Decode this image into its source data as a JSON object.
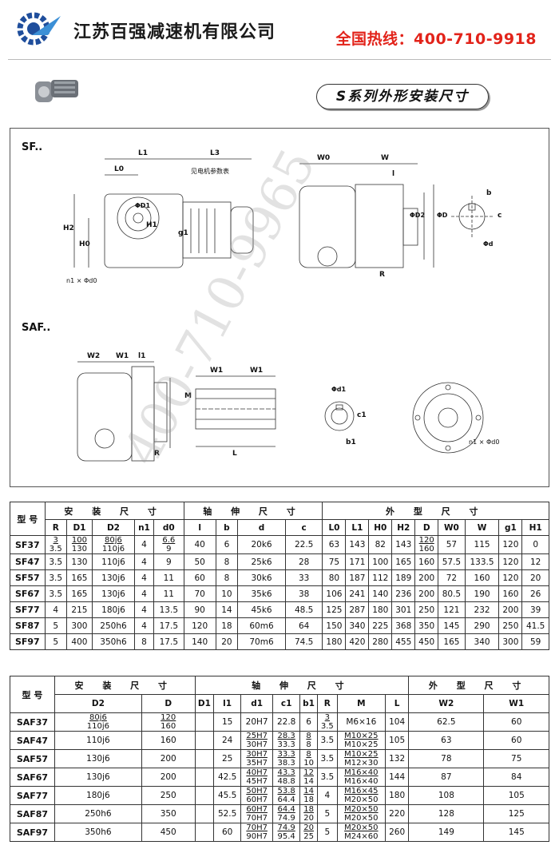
{
  "header": {
    "company": "江苏百强减速机有限公司",
    "hotline": "全国热线：400-710-9918",
    "brand_color": "#1f4e9c",
    "hotline_color": "#e2231a"
  },
  "series_title": "S系列外形安装尺寸",
  "drawing": {
    "sf_label": "SF..",
    "saf_label": "SAF..",
    "motor_note": "见电机参数表",
    "dims": {
      "L1": "L1",
      "L3": "L3",
      "L0": "L0",
      "W0": "W0",
      "W": "W",
      "l": "l",
      "b": "b",
      "c": "c",
      "H2": "H2",
      "H0": "H0",
      "H1": "H1",
      "g1": "g1",
      "D1": "ΦD1",
      "D2": "ΦD2",
      "D": "ΦD",
      "d": "Φd",
      "R": "R",
      "n1d0": "n1 × Φd0",
      "W2": "W2",
      "W1": "W1",
      "l1": "l1",
      "M": "M",
      "L": "L",
      "d1": "Φd1",
      "c1": "c1",
      "b1": "b1"
    }
  },
  "watermark": "400-710-9965",
  "table1": {
    "model_header": "型 号",
    "groups": [
      "安 装 尺 寸",
      "轴 伸 尺 寸",
      "外 型 尺 寸"
    ],
    "columns": [
      "R",
      "D1",
      "D2",
      "n1",
      "d0",
      "l",
      "b",
      "d",
      "c",
      "L0",
      "L1",
      "H0",
      "H2",
      "D",
      "W0",
      "W",
      "g1",
      "H1"
    ],
    "rows": [
      {
        "model": "SF37",
        "R": [
          "3",
          "3.5"
        ],
        "D1": [
          "100",
          "130"
        ],
        "D2": [
          "80j6",
          "110j6"
        ],
        "n1": "4",
        "d0": [
          "6.6",
          "9"
        ],
        "l": "40",
        "b": "6",
        "d": "20k6",
        "c": "22.5",
        "L0": "63",
        "L1": "143",
        "H0": "82",
        "H2": "143",
        "D": [
          "120",
          "160"
        ],
        "W0": "57",
        "W": "115",
        "g1": "120",
        "H1": "0"
      },
      {
        "model": "SF47",
        "R": "3.5",
        "D1": "130",
        "D2": "110j6",
        "n1": "4",
        "d0": "9",
        "l": "50",
        "b": "8",
        "d": "25k6",
        "c": "28",
        "L0": "75",
        "L1": "171",
        "H0": "100",
        "H2": "165",
        "D": "160",
        "W0": "57.5",
        "W": "133.5",
        "g1": "120",
        "H1": "12"
      },
      {
        "model": "SF57",
        "R": "3.5",
        "D1": "165",
        "D2": "130j6",
        "n1": "4",
        "d0": "11",
        "l": "60",
        "b": "8",
        "d": "30k6",
        "c": "33",
        "L0": "80",
        "L1": "187",
        "H0": "112",
        "H2": "189",
        "D": "200",
        "W0": "72",
        "W": "160",
        "g1": "120",
        "H1": "20"
      },
      {
        "model": "SF67",
        "R": "3.5",
        "D1": "165",
        "D2": "130j6",
        "n1": "4",
        "d0": "11",
        "l": "70",
        "b": "10",
        "d": "35k6",
        "c": "38",
        "L0": "106",
        "L1": "241",
        "H0": "140",
        "H2": "236",
        "D": "200",
        "W0": "80.5",
        "W": "190",
        "g1": "160",
        "H1": "26"
      },
      {
        "model": "SF77",
        "R": "4",
        "D1": "215",
        "D2": "180j6",
        "n1": "4",
        "d0": "13.5",
        "l": "90",
        "b": "14",
        "d": "45k6",
        "c": "48.5",
        "L0": "125",
        "L1": "287",
        "H0": "180",
        "H2": "301",
        "D": "250",
        "W0": "121",
        "W": "232",
        "g1": "200",
        "H1": "39"
      },
      {
        "model": "SF87",
        "R": "5",
        "D1": "300",
        "D2": "250h6",
        "n1": "4",
        "d0": "17.5",
        "l": "120",
        "b": "18",
        "d": "60m6",
        "c": "64",
        "L0": "150",
        "L1": "340",
        "H0": "225",
        "H2": "368",
        "D": "350",
        "W0": "145",
        "W": "290",
        "g1": "250",
        "H1": "41.5"
      },
      {
        "model": "SF97",
        "R": "5",
        "D1": "400",
        "D2": "350h6",
        "n1": "8",
        "d0": "17.5",
        "l": "140",
        "b": "20",
        "d": "70m6",
        "c": "74.5",
        "L0": "180",
        "L1": "420",
        "H0": "280",
        "H2": "455",
        "D": "450",
        "W0": "165",
        "W": "340",
        "g1": "300",
        "H1": "59"
      }
    ]
  },
  "table2": {
    "model_header": "型 号",
    "groups": [
      "安 装 尺 寸",
      "轴 伸 尺 寸",
      "外 型 尺 寸"
    ],
    "columns": [
      "D2",
      "D",
      "D1",
      "l1",
      "d1",
      "c1",
      "b1",
      "R",
      "M",
      "L",
      "W2",
      "W1"
    ],
    "rows": [
      {
        "model": "SAF37",
        "D2": [
          "80j6",
          "110j6"
        ],
        "D": [
          "120",
          "160"
        ],
        "D1": "",
        "l1": "15",
        "d1": "20H7",
        "c1": "22.8",
        "b1": "6",
        "R": [
          "3",
          "3.5"
        ],
        "M": "M6×16",
        "L": "104",
        "W2": "62.5",
        "W1": "60"
      },
      {
        "model": "SAF47",
        "D2": "110j6",
        "D": "160",
        "D1": "",
        "l1": "24",
        "d1": [
          "25H7",
          "30H7"
        ],
        "c1": [
          "28.3",
          "33.3"
        ],
        "b1": [
          "8",
          "8"
        ],
        "R": "3.5",
        "M": [
          "M10×25",
          "M10×25"
        ],
        "L": "105",
        "W2": "63",
        "W1": "60"
      },
      {
        "model": "SAF57",
        "D2": "130j6",
        "D": "200",
        "D1": "",
        "l1": "25",
        "d1": [
          "30H7",
          "35H7"
        ],
        "c1": [
          "33.3",
          "38.3"
        ],
        "b1": [
          "8",
          "10"
        ],
        "R": "3.5",
        "M": [
          "M10×25",
          "M12×30"
        ],
        "L": "132",
        "W2": "78",
        "W1": "75"
      },
      {
        "model": "SAF67",
        "D2": "130j6",
        "D": "200",
        "D1": "",
        "l1": "42.5",
        "d1": [
          "40H7",
          "45H7"
        ],
        "c1": [
          "43.3",
          "48.8"
        ],
        "b1": [
          "12",
          "14"
        ],
        "R": "3.5",
        "M": [
          "M16×40",
          "M16×40"
        ],
        "L": "144",
        "W2": "87",
        "W1": "84"
      },
      {
        "model": "SAF77",
        "D2": "180j6",
        "D": "250",
        "D1": "",
        "l1": "45.5",
        "d1": [
          "50H7",
          "60H7"
        ],
        "c1": [
          "53.8",
          "64.4"
        ],
        "b1": [
          "14",
          "18"
        ],
        "R": "4",
        "M": [
          "M16×45",
          "M20×50"
        ],
        "L": "180",
        "W2": "108",
        "W1": "105"
      },
      {
        "model": "SAF87",
        "D2": "250h6",
        "D": "350",
        "D1": "",
        "l1": "52.5",
        "d1": [
          "60H7",
          "70H7"
        ],
        "c1": [
          "64.4",
          "74.9"
        ],
        "b1": [
          "18",
          "20"
        ],
        "R": "5",
        "M": [
          "M20×50",
          "M20×50"
        ],
        "L": "220",
        "W2": "128",
        "W1": "125"
      },
      {
        "model": "SAF97",
        "D2": "350h6",
        "D": "450",
        "D1": "",
        "l1": "60",
        "d1": [
          "70H7",
          "90H7"
        ],
        "c1": [
          "74.9",
          "95.4"
        ],
        "b1": [
          "20",
          "25"
        ],
        "R": "5",
        "M": [
          "M20×50",
          "M24×60"
        ],
        "L": "260",
        "W2": "149",
        "W1": "145"
      }
    ]
  }
}
